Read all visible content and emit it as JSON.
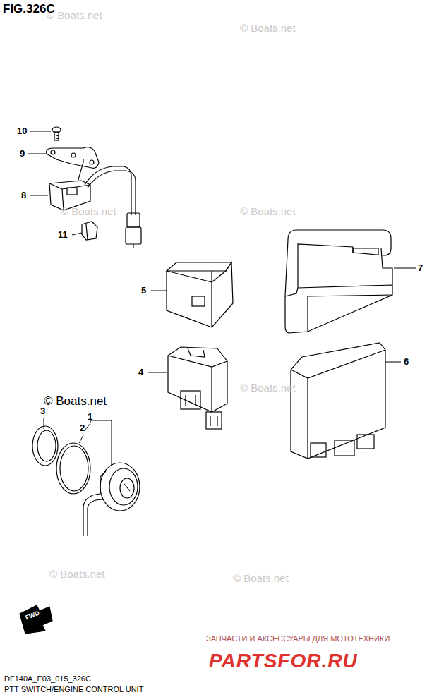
{
  "diagram": {
    "title": "FIG.326C",
    "caption": "PTT SWITCH/ENGINE CONTROL UNIT",
    "labels": [
      "10",
      "9",
      "8",
      "11",
      "7",
      "5",
      "4",
      "6",
      "3",
      "2",
      "1",
      "© Boats.net",
      "© Boats.net",
      "© Boats.net",
      "© Boats.net",
      "© Boats.net",
      "© Boats.net",
      "© Boats.net",
      "© Boats.net",
      "FWD",
      "DF140A_E03_015_326C",
      "ЗАПЧАСТИ И АКСЕССУАРЫ ДЛЯ МОТОТЕХНИКИ",
      "PARTSFOR.RU"
    ]
  }
}
